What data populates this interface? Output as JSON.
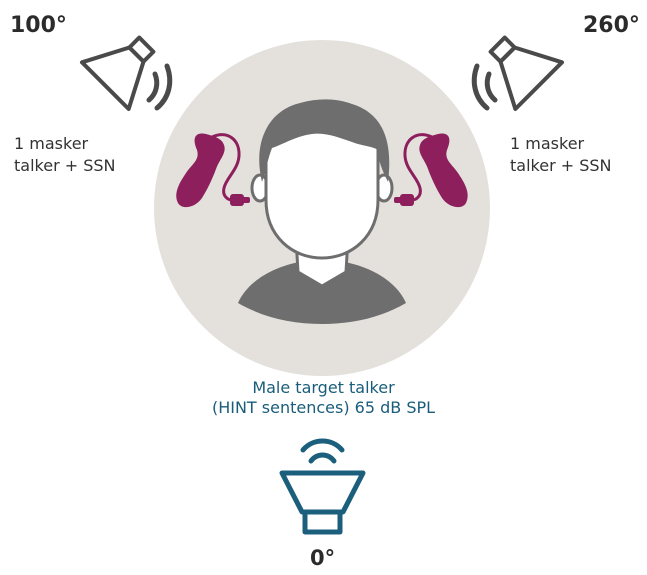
{
  "speakers": {
    "left": {
      "angle": "100°",
      "masker_line1": "1 masker",
      "masker_line2": "talker + SSN"
    },
    "right": {
      "angle": "260°",
      "masker_line1": "1 masker",
      "masker_line2": "talker + SSN"
    },
    "front": {
      "angle": "0°",
      "target_line1": "Male target talker",
      "target_line2": "(HINT sentences) 65 dB SPL"
    }
  },
  "icons": {
    "masker_speaker": "loudspeaker-icon",
    "target_speaker": "loudspeaker-icon",
    "listener": "person-head-icon",
    "hearing_aid": "hearing-aid-icon"
  },
  "colors": {
    "masker_speaker": "#4a4a4a",
    "target_speaker": "#1b5f7c",
    "hearing_aid": "#8c1f5c",
    "head_circle": "#e4e1dd",
    "head": "#6e6e6e",
    "face": "#ffffff"
  }
}
